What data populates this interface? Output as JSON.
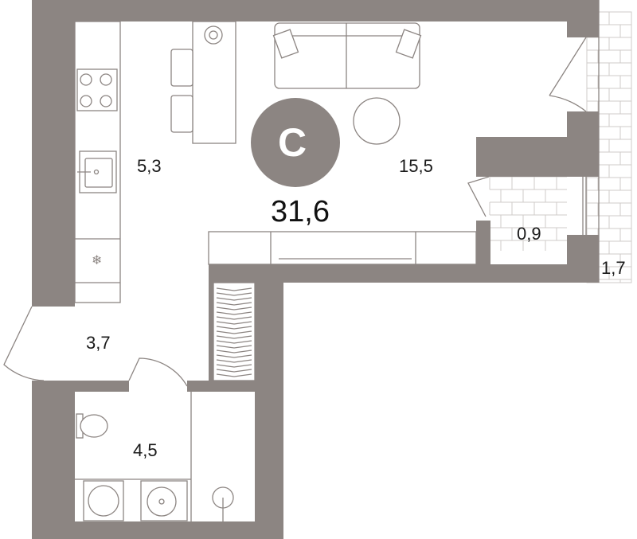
{
  "apartment": {
    "type_badge": "С",
    "total_area": "31,6",
    "badge_color": "#8c8582",
    "wall_color": "#8c8582"
  },
  "rooms": {
    "kitchen_area": "5,3",
    "living_area": "15,5",
    "hall_area": "3,7",
    "bathroom_area": "4,5",
    "loggia_small_area": "0,9",
    "balcony_area": "1,7"
  },
  "icons": [
    "stove-icon",
    "sink-icon",
    "fridge-icon",
    "table-icon",
    "chairs-icon",
    "sofa-icon",
    "round-table-icon",
    "wardrobe-icon",
    "toilet-icon",
    "washing-machine-icon",
    "washbasin-icon",
    "shower-icon",
    "door-icon"
  ]
}
